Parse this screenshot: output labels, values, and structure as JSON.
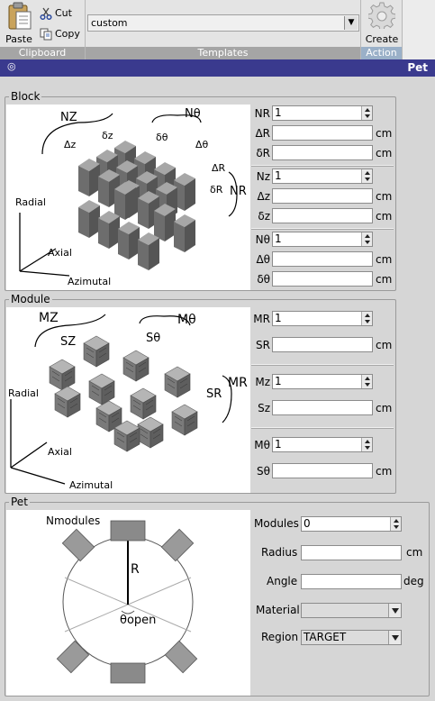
{
  "ribbon": {
    "paste_label": "Paste",
    "cut_label": "Cut",
    "copy_label": "Copy",
    "clipboard_caption": "Clipboard",
    "template_value": "custom",
    "templates_caption": "Templates",
    "create_label": "Create",
    "action_caption": "Action"
  },
  "title": {
    "text": "Pet",
    "icon": "target-icon"
  },
  "block": {
    "title": "Block",
    "image_labels": {
      "nz": "NZ",
      "ntheta": "Nθ",
      "dz": "Δz",
      "deltaz": "δz",
      "deltatheta": "δθ",
      "Dtheta": "Δθ",
      "DR": "ΔR",
      "dR": "δR",
      "NR": "NR",
      "radial": "Radial",
      "axial": "Axial",
      "azimutal": "Azimutal"
    },
    "fields": [
      {
        "label": "NR",
        "value": "1",
        "unit": "",
        "type": "spin"
      },
      {
        "label": "ΔR",
        "value": "",
        "unit": "cm",
        "type": "text"
      },
      {
        "label": "δR",
        "value": "",
        "unit": "cm",
        "type": "text"
      },
      {
        "label": "Nz",
        "value": "1",
        "unit": "",
        "type": "spin"
      },
      {
        "label": "Δz",
        "value": "",
        "unit": "cm",
        "type": "text"
      },
      {
        "label": "δz",
        "value": "",
        "unit": "cm",
        "type": "text"
      },
      {
        "label": "Nθ",
        "value": "1",
        "unit": "",
        "type": "spin"
      },
      {
        "label": "Δθ",
        "value": "",
        "unit": "cm",
        "type": "text"
      },
      {
        "label": "δθ",
        "value": "",
        "unit": "cm",
        "type": "text"
      }
    ]
  },
  "module": {
    "title": "Module",
    "image_labels": {
      "mz": "MZ",
      "mtheta": "Mθ",
      "sz": "SZ",
      "stheta": "Sθ",
      "sr": "SR",
      "mr": "MR",
      "radial": "Radial",
      "axial": "Axial",
      "azimutal": "Azimutal"
    },
    "fields": [
      {
        "label": "MR",
        "value": "1",
        "unit": "",
        "type": "spin"
      },
      {
        "label": "SR",
        "value": "",
        "unit": "cm",
        "type": "text"
      },
      {
        "label": "Mz",
        "value": "1",
        "unit": "",
        "type": "spin"
      },
      {
        "label": "Sz",
        "value": "",
        "unit": "cm",
        "type": "text"
      },
      {
        "label": "Mθ",
        "value": "1",
        "unit": "",
        "type": "spin"
      },
      {
        "label": "Sθ",
        "value": "",
        "unit": "cm",
        "type": "text"
      }
    ]
  },
  "pet": {
    "title": "Pet",
    "image_labels": {
      "nmodules": "Nmodules",
      "r": "R",
      "theta_open": "θopen"
    },
    "modules_label": "Modules",
    "modules_value": "0",
    "radius_label": "Radius",
    "radius_value": "",
    "radius_unit": "cm",
    "angle_label": "Angle",
    "angle_value": "",
    "angle_unit": "deg",
    "material_label": "Material",
    "material_value": "",
    "region_label": "Region",
    "region_value": "TARGET"
  }
}
